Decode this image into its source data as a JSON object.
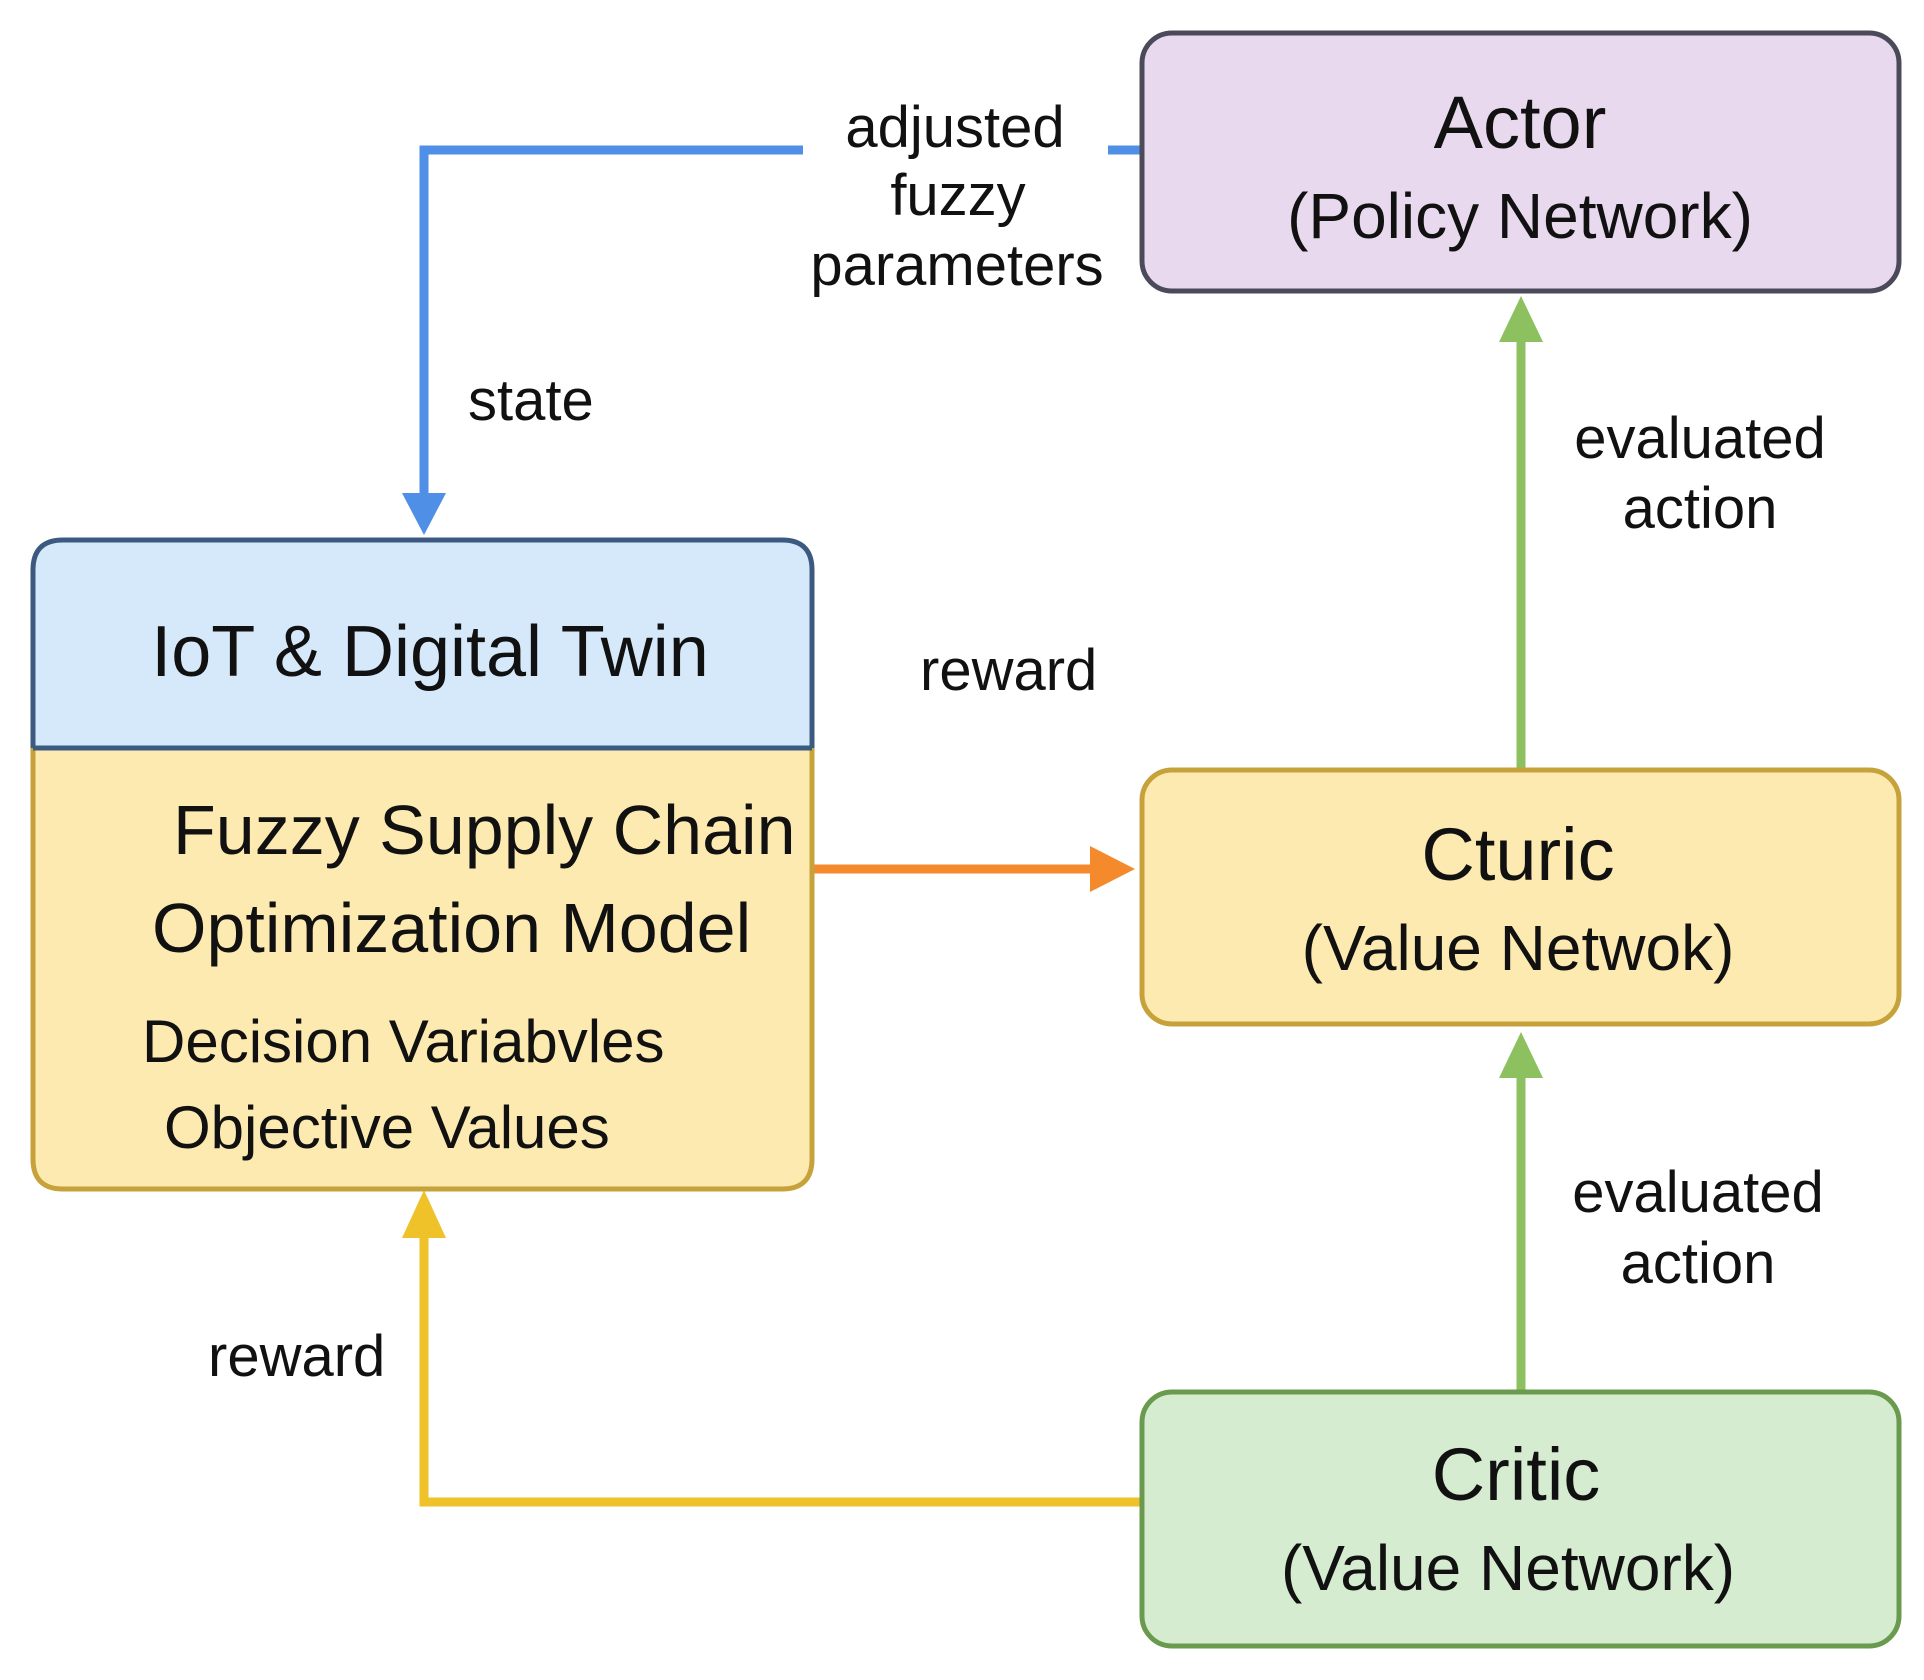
{
  "colors": {
    "state_arrow": "#4f8fe6",
    "reward_arrow_right": "#f58a2c",
    "reward_arrow_up": "#efc22a",
    "evaluated_arrow": "#8dc05f",
    "actor_fill": "#e8d9ef",
    "actor_border": "#4a4a5a",
    "critic_value_fill": "#fdeab1",
    "critic_value_border": "#c7a23b",
    "critic_fill": "#d5ecd0",
    "critic_border": "#6a9a4e",
    "iot_fill": "#d6e9fb",
    "iot_border": "#3c5a80",
    "model_fill": "#fdeab1",
    "model_border": "#c7a23b"
  },
  "nodes": {
    "actor": {
      "title": "Actor",
      "subtitle": "(Policy Network)"
    },
    "cturic": {
      "title": "Cturic",
      "subtitle": "(Value Netwok)"
    },
    "critic": {
      "title": "Critic",
      "subtitle": "(Value Network)"
    },
    "iot": {
      "title": "IoT & Digital Twin"
    },
    "model": {
      "title_line1": "Fuzzy Supply Chain",
      "title_line2": "Optimization Model",
      "items": [
        "Decision Variabvles",
        "Objective Values"
      ]
    }
  },
  "edges": {
    "adjusted_params": {
      "label_lines": [
        "adjusted",
        "fuzzy",
        "parameters"
      ]
    },
    "state": {
      "label": "state"
    },
    "reward_to_cturic": {
      "label": "reward"
    },
    "reward_from_critic": {
      "label": "reward"
    },
    "evaluated_to_actor": {
      "label_lines": [
        "evaluated",
        "action"
      ]
    },
    "evaluated_to_cturic": {
      "label_lines": [
        "evaluated",
        "action"
      ]
    }
  }
}
